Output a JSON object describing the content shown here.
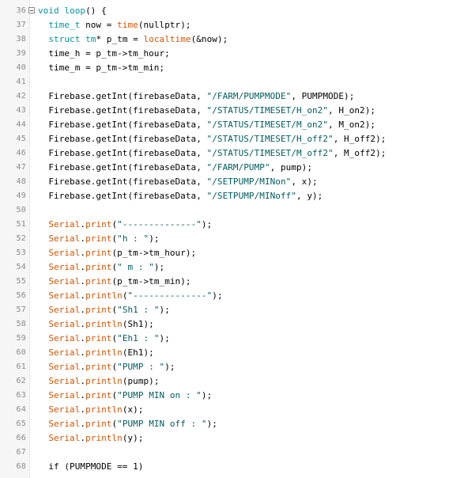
{
  "colors": {
    "keyword": "#00979c",
    "function": "#d35400",
    "string": "#005c5f",
    "text": "#000000",
    "line_number": "#8a8a8a"
  },
  "fold_icon": "fold-collapse-icon",
  "lines": [
    {
      "num": "36",
      "fold": true,
      "indent": "",
      "tokens": [
        {
          "t": "void",
          "c": "kw"
        },
        {
          "t": " "
        },
        {
          "t": "loop",
          "c": "kw"
        },
        {
          "t": "() {"
        }
      ]
    },
    {
      "num": "37",
      "indent": "  ",
      "tokens": [
        {
          "t": "time_t",
          "c": "kw"
        },
        {
          "t": " now = "
        },
        {
          "t": "time",
          "c": "fn"
        },
        {
          "t": "(nullptr);"
        }
      ]
    },
    {
      "num": "38",
      "indent": "  ",
      "tokens": [
        {
          "t": "struct",
          "c": "kw"
        },
        {
          "t": " "
        },
        {
          "t": "tm",
          "c": "kw"
        },
        {
          "t": "* p_tm = "
        },
        {
          "t": "localtime",
          "c": "fn"
        },
        {
          "t": "(&now);"
        }
      ]
    },
    {
      "num": "39",
      "indent": "  ",
      "tokens": [
        {
          "t": "time_h = p_tm->tm_hour;"
        }
      ]
    },
    {
      "num": "40",
      "indent": "  ",
      "tokens": [
        {
          "t": "time_m = p_tm->tm_min;"
        }
      ]
    },
    {
      "num": "41",
      "indent": "",
      "tokens": []
    },
    {
      "num": "42",
      "indent": "  ",
      "tokens": [
        {
          "t": "Firebase.getInt(firebaseData, "
        },
        {
          "t": "\"/FARM/PUMPMODE\"",
          "c": "str"
        },
        {
          "t": ", PUMPMODE);"
        }
      ]
    },
    {
      "num": "43",
      "indent": "  ",
      "tokens": [
        {
          "t": "Firebase.getInt(firebaseData, "
        },
        {
          "t": "\"/STATUS/TIMESET/H_on2\"",
          "c": "str"
        },
        {
          "t": ", H_on2);"
        }
      ]
    },
    {
      "num": "44",
      "indent": "  ",
      "tokens": [
        {
          "t": "Firebase.getInt(firebaseData, "
        },
        {
          "t": "\"/STATUS/TIMESET/M_on2\"",
          "c": "str"
        },
        {
          "t": ", M_on2);"
        }
      ]
    },
    {
      "num": "45",
      "indent": "  ",
      "tokens": [
        {
          "t": "Firebase.getInt(firebaseData, "
        },
        {
          "t": "\"/STATUS/TIMESET/H_off2\"",
          "c": "str"
        },
        {
          "t": ", H_off2);"
        }
      ]
    },
    {
      "num": "46",
      "indent": "  ",
      "tokens": [
        {
          "t": "Firebase.getInt(firebaseData, "
        },
        {
          "t": "\"/STATUS/TIMESET/M_off2\"",
          "c": "str"
        },
        {
          "t": ", M_off2);"
        }
      ]
    },
    {
      "num": "47",
      "indent": "  ",
      "tokens": [
        {
          "t": "Firebase.getInt(firebaseData, "
        },
        {
          "t": "\"/FARM/PUMP\"",
          "c": "str"
        },
        {
          "t": ", pump);"
        }
      ]
    },
    {
      "num": "48",
      "indent": "  ",
      "tokens": [
        {
          "t": "Firebase.getInt(firebaseData, "
        },
        {
          "t": "\"/SETPUMP/MINon\"",
          "c": "str"
        },
        {
          "t": ", x);"
        }
      ]
    },
    {
      "num": "49",
      "indent": "  ",
      "tokens": [
        {
          "t": "Firebase.getInt(firebaseData, "
        },
        {
          "t": "\"/SETPUMP/MINoff\"",
          "c": "str"
        },
        {
          "t": ", y);"
        }
      ]
    },
    {
      "num": "50",
      "indent": "",
      "tokens": []
    },
    {
      "num": "51",
      "indent": "  ",
      "tokens": [
        {
          "t": "Serial",
          "c": "fn"
        },
        {
          "t": "."
        },
        {
          "t": "print",
          "c": "fn"
        },
        {
          "t": "("
        },
        {
          "t": "\"--------------\"",
          "c": "str"
        },
        {
          "t": ");"
        }
      ]
    },
    {
      "num": "52",
      "indent": "  ",
      "tokens": [
        {
          "t": "Serial",
          "c": "fn"
        },
        {
          "t": "."
        },
        {
          "t": "print",
          "c": "fn"
        },
        {
          "t": "("
        },
        {
          "t": "\"h : \"",
          "c": "str"
        },
        {
          "t": ");"
        }
      ]
    },
    {
      "num": "53",
      "indent": "  ",
      "tokens": [
        {
          "t": "Serial",
          "c": "fn"
        },
        {
          "t": "."
        },
        {
          "t": "print",
          "c": "fn"
        },
        {
          "t": "(p_tm->tm_hour);"
        }
      ]
    },
    {
      "num": "54",
      "indent": "  ",
      "tokens": [
        {
          "t": "Serial",
          "c": "fn"
        },
        {
          "t": "."
        },
        {
          "t": "print",
          "c": "fn"
        },
        {
          "t": "("
        },
        {
          "t": "\" m : \"",
          "c": "str"
        },
        {
          "t": ");"
        }
      ]
    },
    {
      "num": "55",
      "indent": "  ",
      "tokens": [
        {
          "t": "Serial",
          "c": "fn"
        },
        {
          "t": "."
        },
        {
          "t": "print",
          "c": "fn"
        },
        {
          "t": "(p_tm->tm_min);"
        }
      ]
    },
    {
      "num": "56",
      "indent": "  ",
      "tokens": [
        {
          "t": "Serial",
          "c": "fn"
        },
        {
          "t": "."
        },
        {
          "t": "println",
          "c": "fn"
        },
        {
          "t": "("
        },
        {
          "t": "\"--------------\"",
          "c": "str"
        },
        {
          "t": ");"
        }
      ]
    },
    {
      "num": "57",
      "indent": "  ",
      "tokens": [
        {
          "t": "Serial",
          "c": "fn"
        },
        {
          "t": "."
        },
        {
          "t": "print",
          "c": "fn"
        },
        {
          "t": "("
        },
        {
          "t": "\"Sh1 : \"",
          "c": "str"
        },
        {
          "t": ");"
        }
      ]
    },
    {
      "num": "58",
      "indent": "  ",
      "tokens": [
        {
          "t": "Serial",
          "c": "fn"
        },
        {
          "t": "."
        },
        {
          "t": "println",
          "c": "fn"
        },
        {
          "t": "(Sh1);"
        }
      ]
    },
    {
      "num": "59",
      "indent": "  ",
      "tokens": [
        {
          "t": "Serial",
          "c": "fn"
        },
        {
          "t": "."
        },
        {
          "t": "print",
          "c": "fn"
        },
        {
          "t": "("
        },
        {
          "t": "\"Eh1 : \"",
          "c": "str"
        },
        {
          "t": ");"
        }
      ]
    },
    {
      "num": "60",
      "indent": "  ",
      "tokens": [
        {
          "t": "Serial",
          "c": "fn"
        },
        {
          "t": "."
        },
        {
          "t": "println",
          "c": "fn"
        },
        {
          "t": "(Eh1);"
        }
      ]
    },
    {
      "num": "61",
      "indent": "  ",
      "tokens": [
        {
          "t": "Serial",
          "c": "fn"
        },
        {
          "t": "."
        },
        {
          "t": "print",
          "c": "fn"
        },
        {
          "t": "("
        },
        {
          "t": "\"PUMP : \"",
          "c": "str"
        },
        {
          "t": ");"
        }
      ]
    },
    {
      "num": "62",
      "indent": "  ",
      "tokens": [
        {
          "t": "Serial",
          "c": "fn"
        },
        {
          "t": "."
        },
        {
          "t": "println",
          "c": "fn"
        },
        {
          "t": "(pump);"
        }
      ]
    },
    {
      "num": "63",
      "indent": "  ",
      "tokens": [
        {
          "t": "Serial",
          "c": "fn"
        },
        {
          "t": "."
        },
        {
          "t": "print",
          "c": "fn"
        },
        {
          "t": "("
        },
        {
          "t": "\"PUMP MIN on : \"",
          "c": "str"
        },
        {
          "t": ");"
        }
      ]
    },
    {
      "num": "64",
      "indent": "  ",
      "tokens": [
        {
          "t": "Serial",
          "c": "fn"
        },
        {
          "t": "."
        },
        {
          "t": "println",
          "c": "fn"
        },
        {
          "t": "(x);"
        }
      ]
    },
    {
      "num": "65",
      "indent": "  ",
      "tokens": [
        {
          "t": "Serial",
          "c": "fn"
        },
        {
          "t": "."
        },
        {
          "t": "print",
          "c": "fn"
        },
        {
          "t": "("
        },
        {
          "t": "\"PUMP MIN off : \"",
          "c": "str"
        },
        {
          "t": ");"
        }
      ]
    },
    {
      "num": "66",
      "indent": "  ",
      "tokens": [
        {
          "t": "Serial",
          "c": "fn"
        },
        {
          "t": "."
        },
        {
          "t": "println",
          "c": "fn"
        },
        {
          "t": "(y);"
        }
      ]
    },
    {
      "num": "67",
      "indent": "",
      "tokens": []
    },
    {
      "num": "68",
      "indent": "  ",
      "tokens": [
        {
          "t": "if (PUMPMODE == 1)"
        }
      ]
    }
  ]
}
